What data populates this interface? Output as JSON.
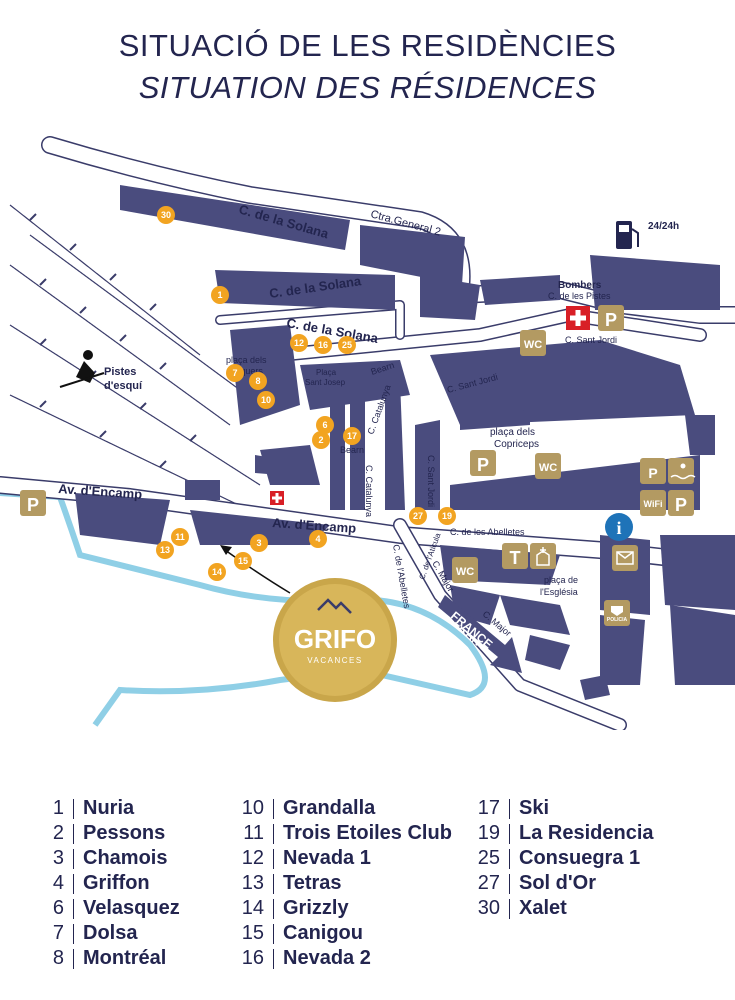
{
  "titles": {
    "catalan": "SITUACIÓ DE LES RESIDÈNCIES",
    "french": "SITUATION DES RÉSIDENCES"
  },
  "colors": {
    "building": "#4a4c7e",
    "road": "#ffffff",
    "road_edge": "#3a3c6a",
    "river": "#8fcfe6",
    "marker": "#f2a421",
    "service": "#b39a62",
    "red_cross": "#d81f26",
    "info": "#1e73b8",
    "title": "#23254f"
  },
  "streets": {
    "ctra_general": "Ctra.General 2",
    "solana_1": "C. de la Solana",
    "solana_2": "C. de la Solana",
    "solana_3": "C. de la Solana",
    "encamp_1": "Av. d'Encamp",
    "encamp_2": "Av. d'Encamp",
    "sant_jordi": "C. Sant Jordi",
    "sant_jordi_2": "C. Sant Jordi",
    "sant_jordi_3": "C. Sant Jordi",
    "catalunya": "C. Catalunya",
    "catalunya_2": "C. Catalunya",
    "bearn": "Bearn",
    "bearn_2": "Bearn",
    "abelletes": "C. de les Abelletes",
    "abelletes_2": "C. de l'Abelletes",
    "major": "C. Major",
    "major_2": "C. Major",
    "pistes": "C. de les Pistes",
    "aticula": "C. de l'Aticula"
  },
  "places": {
    "vaquers": [
      "plaça dels",
      "Vaquers"
    ],
    "sant_josep": [
      "Plaça",
      "Sant Josep"
    ],
    "copriceps": [
      "plaça dels",
      "Copriceps"
    ],
    "esglesia": [
      "plaça de",
      "l'Església"
    ],
    "bombers": "Bombers",
    "pistes_esqui": [
      "Pistes",
      "d'esquí"
    ],
    "fuel": "24/24h",
    "france": "FRANCE"
  },
  "icons": {
    "parking": "P",
    "wc": "WC",
    "taxi": "T",
    "wifi": "WiFi",
    "info": "i",
    "police": "POLICIA"
  },
  "logo": {
    "name": "GRIFO",
    "sub": "VACANCES"
  },
  "markers": [
    "30",
    "1",
    "12",
    "16",
    "25",
    "7",
    "8",
    "10",
    "6",
    "2",
    "17",
    "27",
    "19",
    "3",
    "4",
    "15",
    "14",
    "13",
    "11"
  ],
  "legend": {
    "col1": [
      {
        "num": "1",
        "name": "Nuria"
      },
      {
        "num": "2",
        "name": "Pessons"
      },
      {
        "num": "3",
        "name": "Chamois"
      },
      {
        "num": "4",
        "name": "Griffon"
      },
      {
        "num": "6",
        "name": "Velasquez"
      },
      {
        "num": "7",
        "name": "Dolsa"
      },
      {
        "num": "8",
        "name": "Montréal"
      }
    ],
    "col2": [
      {
        "num": "10",
        "name": "Grandalla"
      },
      {
        "num": "11",
        "name": "Trois Etoiles Club"
      },
      {
        "num": "12",
        "name": "Nevada 1"
      },
      {
        "num": "13",
        "name": "Tetras"
      },
      {
        "num": "14",
        "name": "Grizzly"
      },
      {
        "num": "15",
        "name": "Canigou"
      },
      {
        "num": "16",
        "name": "Nevada 2"
      }
    ],
    "col3": [
      {
        "num": "17",
        "name": "Ski"
      },
      {
        "num": "19",
        "name": "La Residencia"
      },
      {
        "num": "25",
        "name": "Consuegra 1"
      },
      {
        "num": "27",
        "name": "Sol d'Or"
      },
      {
        "num": "30",
        "name": "Xalet"
      }
    ]
  }
}
